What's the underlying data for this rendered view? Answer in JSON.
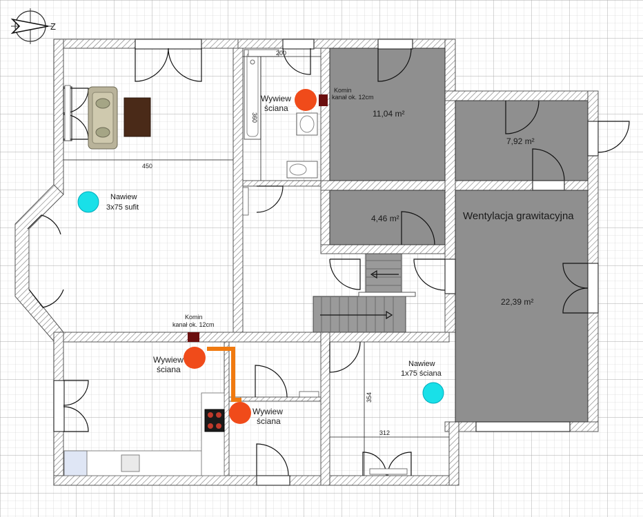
{
  "compass": {
    "north_letter": "Z"
  },
  "rooms": {
    "room_top_middle": "11,04 m²",
    "room_top_right": "7,92 m²",
    "room_small": "4,46 m²",
    "room_big": "22,39 m²",
    "big_room_title": "Wentylacja grawitacyjna"
  },
  "annotations": {
    "chimney_top_1": "Komin",
    "chimney_top_2": "kanał ok. 12cm",
    "chimney_mid_1": "Komin",
    "chimney_mid_2": "kanał ok. 12cm",
    "supply_living_1": "Nawiew",
    "supply_living_2": "3x75 sufit",
    "supply_right_1": "Nawiew",
    "supply_right_2": "1x75 ściana",
    "exhaust_bath_1": "Wywiew",
    "exhaust_bath_2": "ściana",
    "exhaust_kitchen_1": "Wywiew",
    "exhaust_kitchen_2": "ściana",
    "exhaust_hall_1": "Wywiew",
    "exhaust_hall_2": "ściana"
  },
  "dimensions": {
    "living_width": "450",
    "bath_width": "200",
    "bath_height": "360",
    "bedroom_height": "354",
    "bedroom_width": "312"
  },
  "colors": {
    "supply": "#19e0e8",
    "exhaust": "#f04b1a",
    "chimney": "#6b0f0f",
    "duct": "#f07a10",
    "room_fill": "#8f8f8f"
  }
}
